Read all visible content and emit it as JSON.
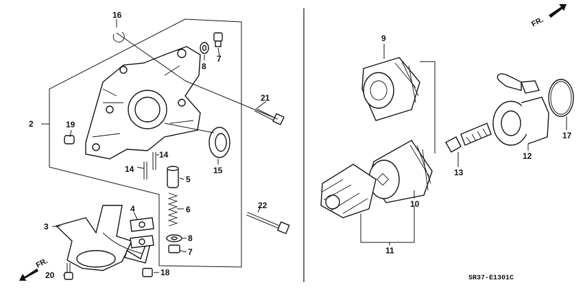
{
  "callouts": {
    "c2": "2",
    "c3": "3",
    "c4": "4",
    "c5": "5",
    "c6": "6",
    "c7a": "7",
    "c7b": "7",
    "c8a": "8",
    "c8b": "8",
    "c9": "9",
    "c10": "10",
    "c11": "11",
    "c12": "12",
    "c13": "13",
    "c14a": "14",
    "c14b": "14",
    "c15": "15",
    "c16": "16",
    "c17": "17",
    "c18": "18",
    "c19": "19",
    "c20": "20",
    "c21": "21",
    "c22": "22"
  },
  "direction_labels": {
    "top_right": "FR.",
    "bottom_left": "FR."
  },
  "diagram_code": "SR37-E1301C"
}
